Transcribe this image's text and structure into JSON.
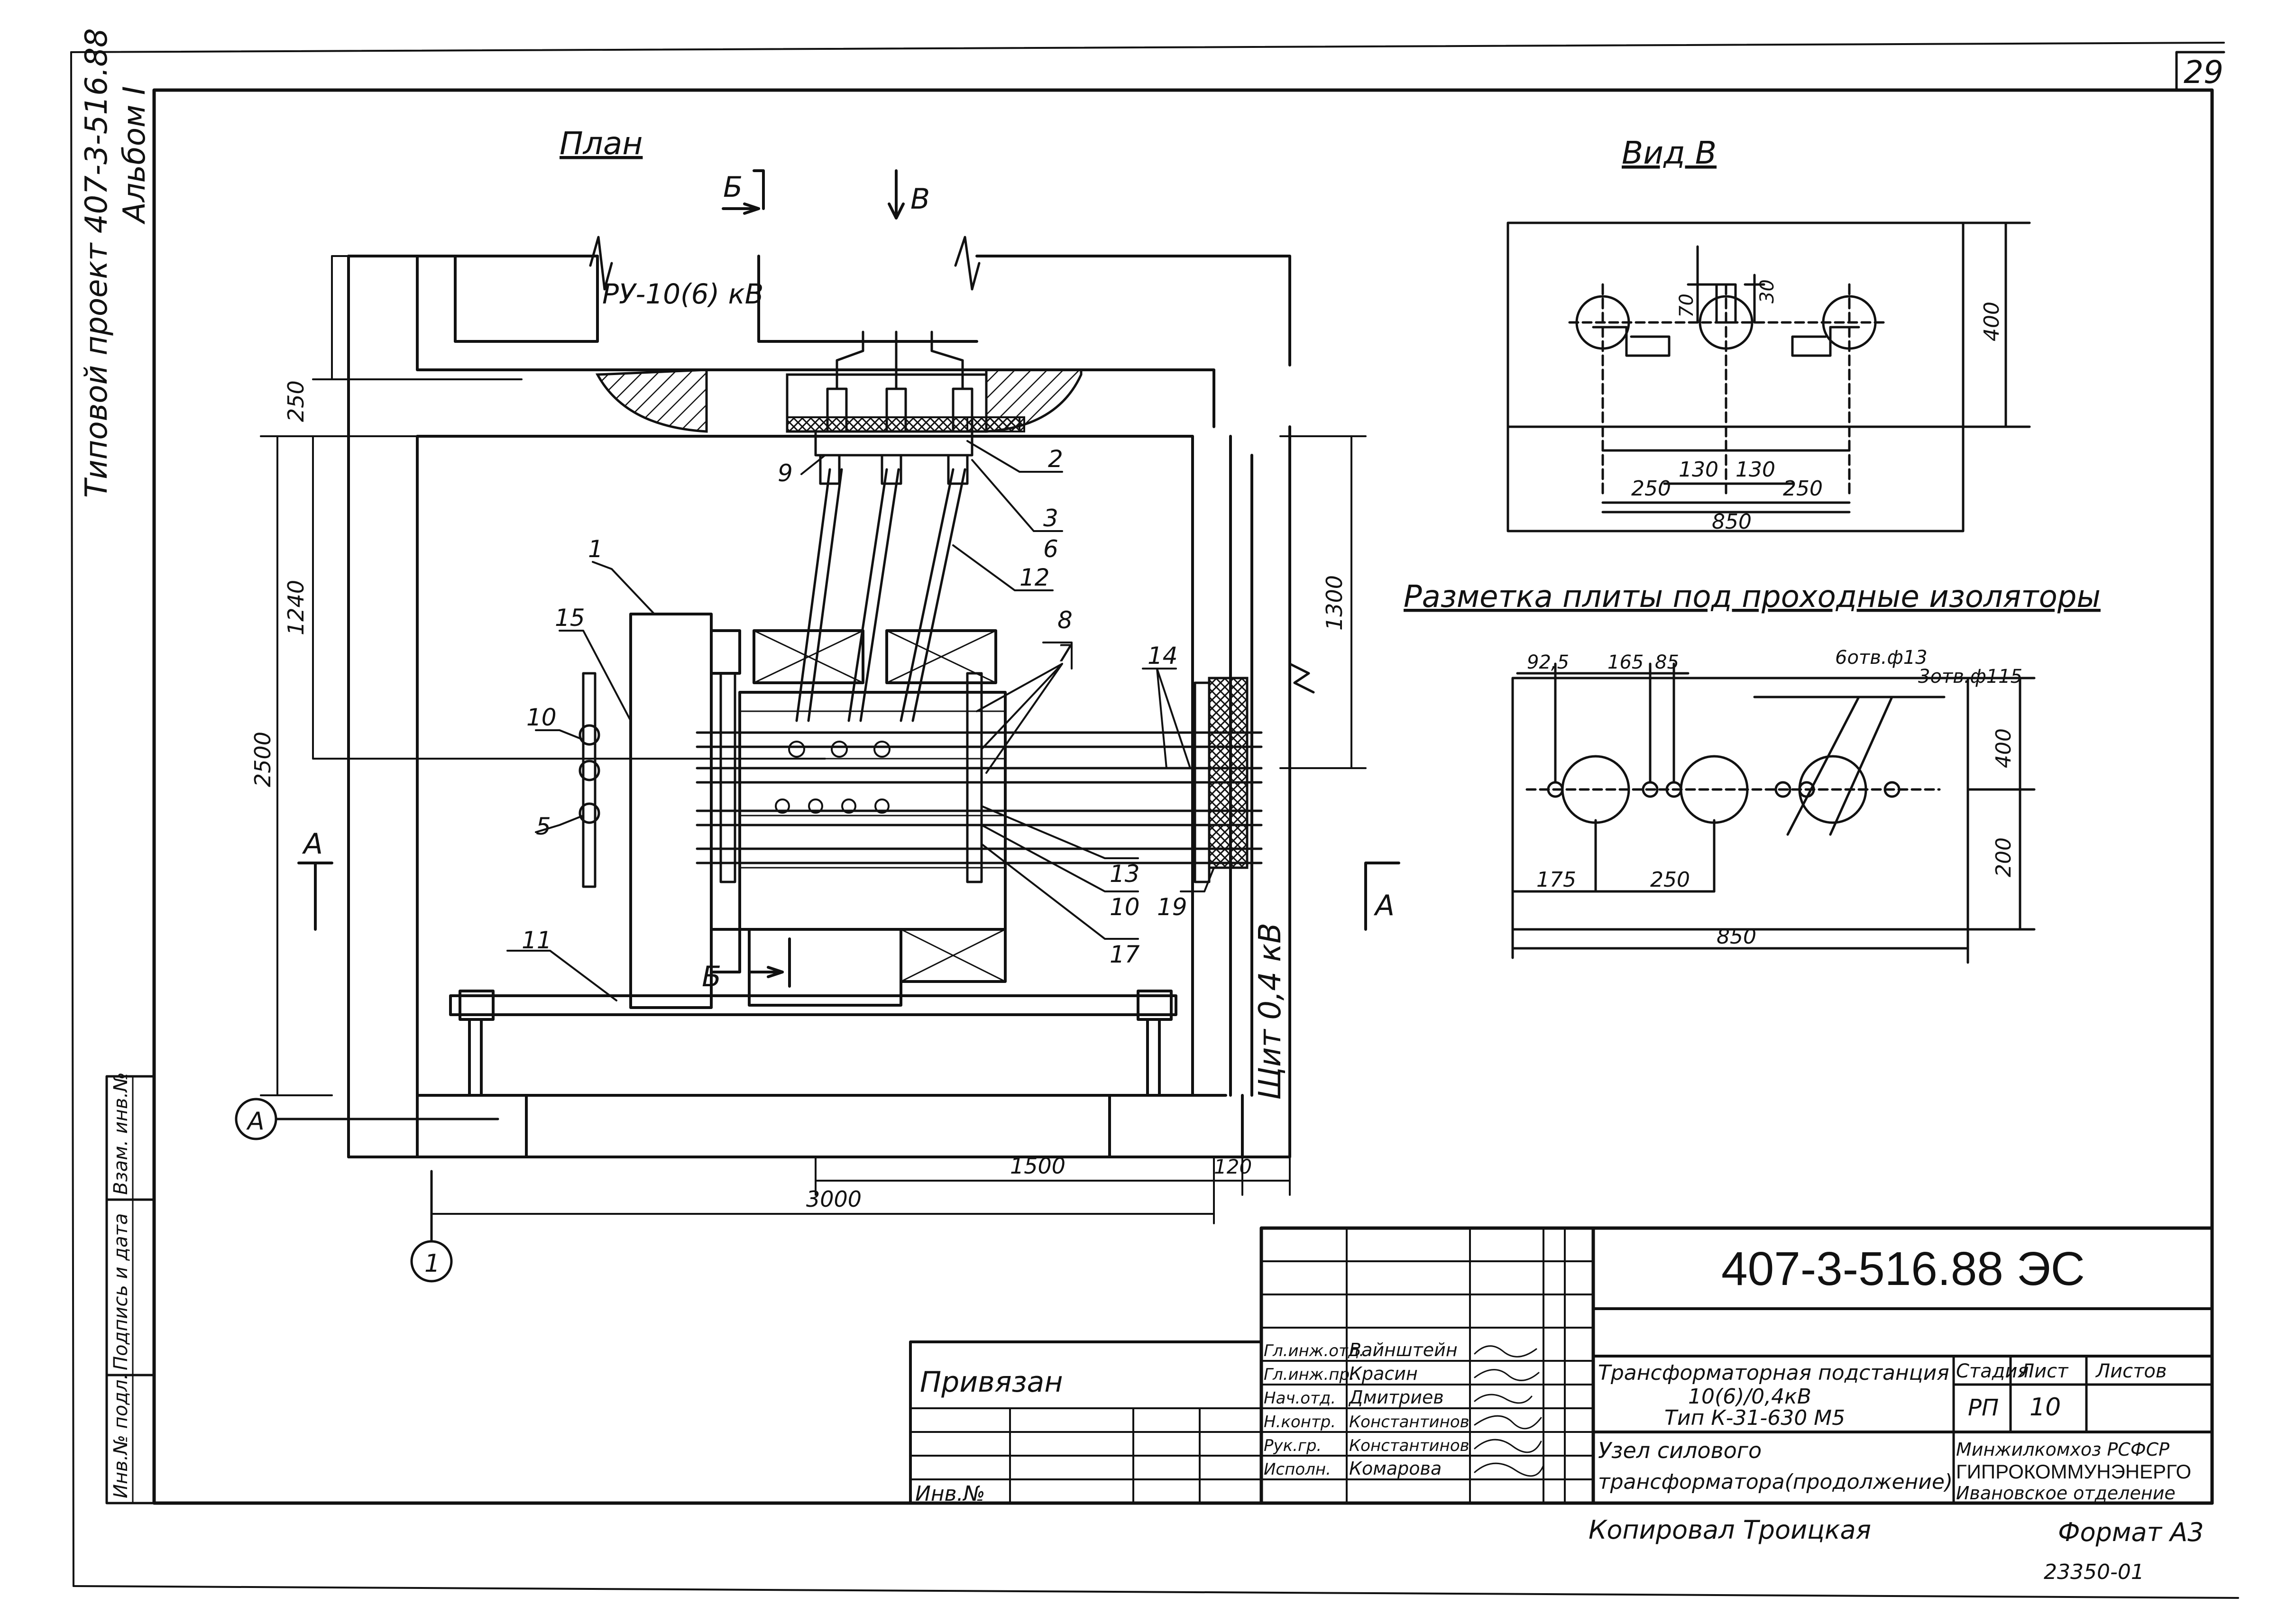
{
  "sheet": {
    "sheet_number": "29",
    "vertical_project": "Типовой проект 407-3-516.88",
    "vertical_album": "Альбом I",
    "copied_by": "Копировал Троицкая",
    "format": "Формат А3",
    "archive_number": "23350-01"
  },
  "plan": {
    "title": "План",
    "section_b": "Б",
    "view_v": "В",
    "section_a": "А",
    "switchgear_label": "РУ-10(6) кВ",
    "panel_label": "Щит 0,4 кВ",
    "axis_a": "А",
    "axis_1": "1",
    "dims": [
      "250",
      "1240",
      "2500",
      "1300",
      "1500",
      "120",
      "3000"
    ],
    "callouts": [
      "1",
      "15",
      "10",
      "5",
      "9",
      "2",
      "3",
      "6",
      "12",
      "8",
      "7",
      "14",
      "13",
      "10",
      "17",
      "19",
      "11"
    ]
  },
  "view_v": {
    "title": "Вид В",
    "dims": [
      "70",
      "30",
      "400",
      "130",
      "130",
      "250",
      "250",
      "850"
    ]
  },
  "marking": {
    "title": "Разметка плиты под проходные изоляторы",
    "holes_small": "6отв.ф13",
    "holes_large": "3отв.ф115",
    "dims": [
      "92,5",
      "165",
      "85",
      "400",
      "200",
      "175",
      "250",
      "850"
    ]
  },
  "side_stamp": {
    "inv_no": "Инв.№ подл.",
    "sign_date": "Подпись и дата",
    "replace_inv": "Взам. инв.№"
  },
  "title_block": {
    "code": "407-3-516.88 ЭС",
    "bound_to": "Привязан",
    "inv_no": "Инв.№",
    "rows": [
      {
        "role": "Гл.инж.отд.",
        "name": "Вайнштейн"
      },
      {
        "role": "Гл.инж.пр.",
        "name": "Красин"
      },
      {
        "role": "Нач.отд.",
        "name": "Дмитриев"
      },
      {
        "role": "Н.контр.",
        "name": "Константинов"
      },
      {
        "role": "Рук.гр.",
        "name": "Константинов"
      },
      {
        "role": "Исполн.",
        "name": "Комарова"
      }
    ],
    "description": [
      "Трансформаторная подстанция",
      "10(6)/0,4кВ",
      "Тип К-31-630 М5"
    ],
    "drawing_name": [
      "Узел силового",
      "трансформатора(продолжение)"
    ],
    "stage_label": "Стадия",
    "sheet_label": "Лист",
    "sheets_label": "Листов",
    "stage_value": "РП",
    "sheet_value": "10",
    "organization": [
      "Минжилкомхоз РСФСР",
      "ГИПРОКОММУНЭНЕРГО",
      "Ивановское отделение"
    ]
  }
}
